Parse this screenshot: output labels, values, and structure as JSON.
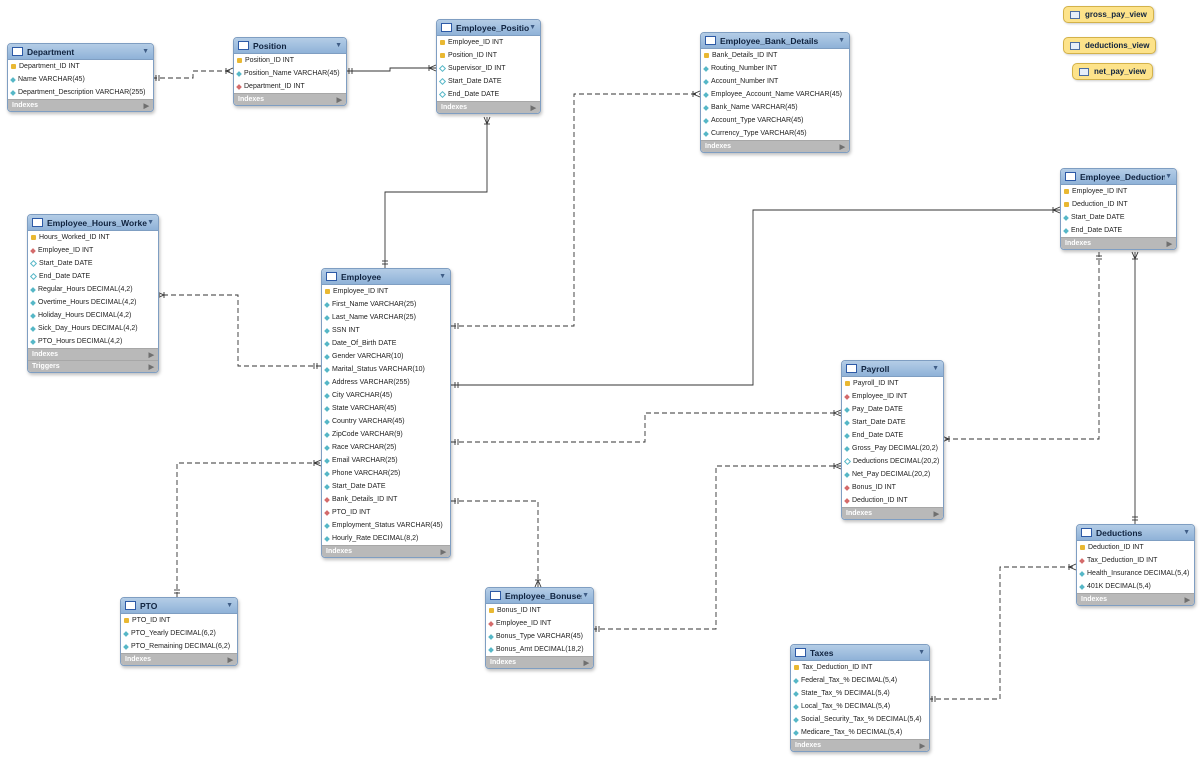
{
  "tables": [
    {
      "id": "department",
      "name": "Department",
      "columns": [
        {
          "text": "Department_ID INT",
          "icon": "primary-key-icon"
        },
        {
          "text": "Name VARCHAR(45)",
          "icon": "attribute-icon"
        },
        {
          "text": "Department_Description VARCHAR(255)",
          "icon": "attribute-icon"
        }
      ],
      "sections": [
        "Indexes"
      ]
    },
    {
      "id": "position",
      "name": "Position",
      "columns": [
        {
          "text": "Position_ID INT",
          "icon": "primary-key-icon"
        },
        {
          "text": "Position_Name VARCHAR(45)",
          "icon": "attribute-icon"
        },
        {
          "text": "Department_ID INT",
          "icon": "foreign-key-icon"
        }
      ],
      "sections": [
        "Indexes"
      ]
    },
    {
      "id": "employee_position",
      "name": "Employee_Position",
      "columns": [
        {
          "text": "Employee_ID INT",
          "icon": "primary-key-icon"
        },
        {
          "text": "Position_ID INT",
          "icon": "primary-key-icon"
        },
        {
          "text": "Supervisor_ID INT",
          "icon": "nullable-attribute-icon"
        },
        {
          "text": "Start_Date DATE",
          "icon": "nullable-attribute-icon"
        },
        {
          "text": "End_Date DATE",
          "icon": "nullable-attribute-icon"
        }
      ],
      "sections": [
        "Indexes"
      ]
    },
    {
      "id": "employee_bank_details",
      "name": "Employee_Bank_Details",
      "columns": [
        {
          "text": "Bank_Details_ID INT",
          "icon": "primary-key-icon"
        },
        {
          "text": "Routing_Number INT",
          "icon": "attribute-icon"
        },
        {
          "text": "Account_Number INT",
          "icon": "attribute-icon"
        },
        {
          "text": "Employee_Account_Name VARCHAR(45)",
          "icon": "attribute-icon"
        },
        {
          "text": "Bank_Name VARCHAR(45)",
          "icon": "attribute-icon"
        },
        {
          "text": "Account_Type VARCHAR(45)",
          "icon": "attribute-icon"
        },
        {
          "text": "Currency_Type VARCHAR(45)",
          "icon": "attribute-icon"
        }
      ],
      "sections": [
        "Indexes"
      ]
    },
    {
      "id": "employee_hours_worked",
      "name": "Employee_Hours_Worked",
      "columns": [
        {
          "text": "Hours_Worked_ID INT",
          "icon": "primary-key-icon"
        },
        {
          "text": "Employee_ID INT",
          "icon": "foreign-key-icon"
        },
        {
          "text": "Start_Date DATE",
          "icon": "nullable-attribute-icon"
        },
        {
          "text": "End_Date DATE",
          "icon": "nullable-attribute-icon"
        },
        {
          "text": "Regular_Hours DECIMAL(4,2)",
          "icon": "attribute-icon"
        },
        {
          "text": "Overtime_Hours DECIMAL(4,2)",
          "icon": "attribute-icon"
        },
        {
          "text": "Holiday_Hours DECIMAL(4,2)",
          "icon": "attribute-icon"
        },
        {
          "text": "Sick_Day_Hours DECIMAL(4,2)",
          "icon": "attribute-icon"
        },
        {
          "text": "PTO_Hours DECIMAL(4,2)",
          "icon": "attribute-icon"
        }
      ],
      "sections": [
        "Indexes",
        "Triggers"
      ]
    },
    {
      "id": "employee",
      "name": "Employee",
      "columns": [
        {
          "text": "Employee_ID INT",
          "icon": "primary-key-icon"
        },
        {
          "text": "First_Name VARCHAR(25)",
          "icon": "attribute-icon"
        },
        {
          "text": "Last_Name VARCHAR(25)",
          "icon": "attribute-icon"
        },
        {
          "text": "SSN INT",
          "icon": "attribute-icon"
        },
        {
          "text": "Date_Of_Birth DATE",
          "icon": "attribute-icon"
        },
        {
          "text": "Gender VARCHAR(10)",
          "icon": "attribute-icon"
        },
        {
          "text": "Marital_Status VARCHAR(10)",
          "icon": "attribute-icon"
        },
        {
          "text": "Address VARCHAR(255)",
          "icon": "attribute-icon"
        },
        {
          "text": "City VARCHAR(45)",
          "icon": "attribute-icon"
        },
        {
          "text": "State VARCHAR(45)",
          "icon": "attribute-icon"
        },
        {
          "text": "Country VARCHAR(45)",
          "icon": "attribute-icon"
        },
        {
          "text": "ZipCode VARCHAR(9)",
          "icon": "attribute-icon"
        },
        {
          "text": "Race VARCHAR(25)",
          "icon": "attribute-icon"
        },
        {
          "text": "Email VARCHAR(25)",
          "icon": "attribute-icon"
        },
        {
          "text": "Phone VARCHAR(25)",
          "icon": "attribute-icon"
        },
        {
          "text": "Start_Date DATE",
          "icon": "attribute-icon"
        },
        {
          "text": "Bank_Details_ID INT",
          "icon": "foreign-key-icon"
        },
        {
          "text": "PTO_ID INT",
          "icon": "foreign-key-icon"
        },
        {
          "text": "Employment_Status VARCHAR(45)",
          "icon": "attribute-icon"
        },
        {
          "text": "Hourly_Rate DECIMAL(8,2)",
          "icon": "attribute-icon"
        }
      ],
      "sections": [
        "Indexes"
      ]
    },
    {
      "id": "employee_deductions",
      "name": "Employee_Deductions",
      "columns": [
        {
          "text": "Employee_ID INT",
          "icon": "primary-key-icon"
        },
        {
          "text": "Deduction_ID INT",
          "icon": "primary-key-icon"
        },
        {
          "text": "Start_Date DATE",
          "icon": "attribute-icon"
        },
        {
          "text": "End_Date DATE",
          "icon": "attribute-icon"
        }
      ],
      "sections": [
        "Indexes"
      ]
    },
    {
      "id": "payroll",
      "name": "Payroll",
      "columns": [
        {
          "text": "Payroll_ID INT",
          "icon": "primary-key-icon"
        },
        {
          "text": "Employee_ID INT",
          "icon": "foreign-key-icon"
        },
        {
          "text": "Pay_Date DATE",
          "icon": "attribute-icon"
        },
        {
          "text": "Start_Date DATE",
          "icon": "attribute-icon"
        },
        {
          "text": "End_Date DATE",
          "icon": "attribute-icon"
        },
        {
          "text": "Gross_Pay DECIMAL(20,2)",
          "icon": "attribute-icon"
        },
        {
          "text": "Deductions DECIMAL(20,2)",
          "icon": "nullable-attribute-icon"
        },
        {
          "text": "Net_Pay DECIMAL(20,2)",
          "icon": "attribute-icon"
        },
        {
          "text": "Bonus_ID INT",
          "icon": "foreign-key-icon"
        },
        {
          "text": "Deduction_ID INT",
          "icon": "foreign-key-icon"
        }
      ],
      "sections": [
        "Indexes"
      ]
    },
    {
      "id": "pto",
      "name": "PTO",
      "columns": [
        {
          "text": "PTO_ID INT",
          "icon": "primary-key-icon"
        },
        {
          "text": "PTO_Yearly DECIMAL(6,2)",
          "icon": "attribute-icon"
        },
        {
          "text": "PTO_Remaining DECIMAL(6,2)",
          "icon": "attribute-icon"
        }
      ],
      "sections": [
        "Indexes"
      ]
    },
    {
      "id": "employee_bonuses",
      "name": "Employee_Bonuses",
      "columns": [
        {
          "text": "Bonus_ID INT",
          "icon": "primary-key-icon"
        },
        {
          "text": "Employee_ID INT",
          "icon": "foreign-key-icon"
        },
        {
          "text": "Bonus_Type VARCHAR(45)",
          "icon": "attribute-icon"
        },
        {
          "text": "Bonus_Amt DECIMAL(18,2)",
          "icon": "attribute-icon"
        }
      ],
      "sections": [
        "Indexes"
      ]
    },
    {
      "id": "deductions",
      "name": "Deductions",
      "columns": [
        {
          "text": "Deduction_ID INT",
          "icon": "primary-key-icon"
        },
        {
          "text": "Tax_Deduction_ID INT",
          "icon": "foreign-key-icon"
        },
        {
          "text": "Health_Insurance DECIMAL(5,4)",
          "icon": "attribute-icon"
        },
        {
          "text": "401K DECIMAL(5,4)",
          "icon": "attribute-icon"
        }
      ],
      "sections": [
        "Indexes"
      ]
    },
    {
      "id": "taxes",
      "name": "Taxes",
      "columns": [
        {
          "text": "Tax_Deduction_ID INT",
          "icon": "primary-key-icon"
        },
        {
          "text": "Federal_Tax_% DECIMAL(5,4)",
          "icon": "attribute-icon"
        },
        {
          "text": "State_Tax_% DECIMAL(5,4)",
          "icon": "attribute-icon"
        },
        {
          "text": "Local_Tax_% DECIMAL(5,4)",
          "icon": "attribute-icon"
        },
        {
          "text": "Social_Security_Tax_% DECIMAL(5,4)",
          "icon": "attribute-icon"
        },
        {
          "text": "Medicare_Tax_% DECIMAL(5,4)",
          "icon": "attribute-icon"
        }
      ],
      "sections": [
        "Indexes"
      ]
    }
  ],
  "views": [
    {
      "id": "gross_pay_view",
      "name": "gross_pay_view"
    },
    {
      "id": "deductions_view",
      "name": "deductions_view"
    },
    {
      "id": "net_pay_view",
      "name": "net_pay_view"
    }
  ],
  "relationships": [
    {
      "from": "department",
      "to": "position",
      "identifying": false
    },
    {
      "from": "position",
      "to": "employee_position",
      "identifying": true
    },
    {
      "from": "employee",
      "to": "employee_position",
      "identifying": true
    },
    {
      "from": "employee_bank_details",
      "to": "employee",
      "identifying": false
    },
    {
      "from": "employee",
      "to": "employee_hours_worked",
      "identifying": false
    },
    {
      "from": "employee",
      "to": "employee_deductions",
      "identifying": true
    },
    {
      "from": "employee",
      "to": "payroll",
      "identifying": false
    },
    {
      "from": "pto",
      "to": "employee",
      "identifying": false
    },
    {
      "from": "employee",
      "to": "employee_bonuses",
      "identifying": false
    },
    {
      "from": "employee_bonuses",
      "to": "payroll",
      "identifying": false
    },
    {
      "from": "employee_deductions",
      "to": "payroll",
      "identifying": false
    },
    {
      "from": "deductions",
      "to": "employee_deductions",
      "identifying": true
    },
    {
      "from": "taxes",
      "to": "deductions",
      "identifying": false
    }
  ],
  "colors": {
    "header": "#9dbcdf",
    "section": "#b9b9b9",
    "primary_key": "#e9b832",
    "foreign_key": "#d46b6b",
    "attribute": "#56b7c7",
    "view": "#fde38a",
    "line": "#333333"
  }
}
